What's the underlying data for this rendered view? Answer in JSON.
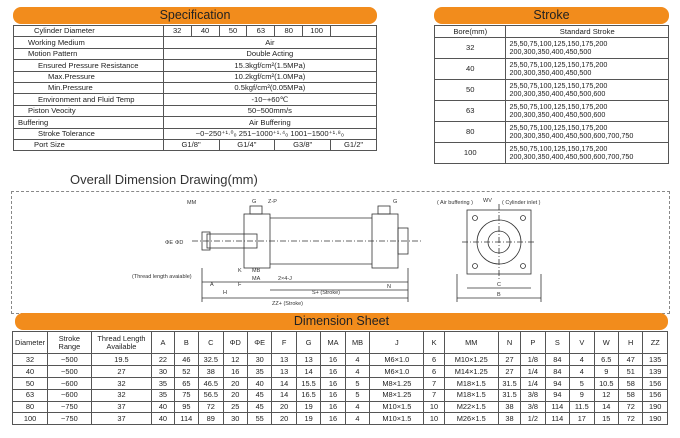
{
  "spec": {
    "title": "Specification",
    "diameter_label": "Cylinder Diameter",
    "diameters": [
      "32",
      "40",
      "50",
      "63",
      "80",
      "100"
    ],
    "rows": [
      {
        "label": "Working Medium",
        "indent": 1,
        "value": "Air"
      },
      {
        "label": "Motion Pattern",
        "indent": 1,
        "value": "Double Acting"
      },
      {
        "label": "Ensured Pressure Resistance",
        "indent": 2,
        "value": "15.3kgf/cm²(1.5MPa)"
      },
      {
        "label": "Max.Pressure",
        "indent": 3,
        "value": "10.2kgf/cm²(1.0MPa)"
      },
      {
        "label": "Min.Pressure",
        "indent": 3,
        "value": "0.5kgf/cm²(0.05MPa)"
      },
      {
        "label": "Environment and Fluid Temp",
        "indent": 2,
        "value": "-10~+60℃"
      },
      {
        "label": "Piston Veocity",
        "indent": 1,
        "value": "50~500mm/s"
      },
      {
        "label": "Buffering",
        "indent": 0,
        "value": "Air Buffering"
      },
      {
        "label": "Stroke Tolerance",
        "indent": 2,
        "value": "~0~250⁺¹·⁰₀  251~1000⁺¹·⁴₀  1001~1500⁺¹·⁸₀"
      }
    ],
    "port_label": "Port Size",
    "ports": [
      "G1/8\"",
      "G1/4\"",
      "G3/8\"",
      "G1/2\""
    ]
  },
  "stroke": {
    "title": "Stroke",
    "col_bore": "Bore(mm)",
    "col_std": "Standard Stroke",
    "rows": [
      {
        "bore": "32",
        "strokes": "25,50,75,100,125,150,175,200 200,300,350,400,450,500"
      },
      {
        "bore": "40",
        "strokes": "25,50,75,100,125,150,175,200 200,300,350,400,450,500"
      },
      {
        "bore": "50",
        "strokes": "25,50,75,100,125,150,175,200 200,300,350,400,450,500,600"
      },
      {
        "bore": "63",
        "strokes": "25,50,75,100,125,150,175,200 200,300,350,400,450,500,600"
      },
      {
        "bore": "80",
        "strokes": "25,50,75,100,125,150,175,200 200,300,350,400,450,500,600,700,750"
      },
      {
        "bore": "100",
        "strokes": "25,50,75,100,125,150,175,200 200,300,350,400,450,500,600,700,750"
      }
    ]
  },
  "drawing": {
    "title": "Overall Dimension Drawing(mm)",
    "labels": {
      "mm": "MM",
      "g": "G",
      "zp": "Z-P",
      "g2": "G",
      "phi_e": "ΦE",
      "phi_d": "ΦD",
      "thread": "(Thread length avaiable)",
      "mb": "MB",
      "ma": "MA",
      "k": "K",
      "j": "2×4-J",
      "f": "F",
      "a": "A",
      "h": "H",
      "n": "N",
      "s_stroke": "S+    (Stroke)",
      "zz_stroke": "ZZ+       (Stroke)",
      "air": "( Air buffering )",
      "wv": "WV",
      "inlet": "( Cylinder inlet )",
      "c": "C",
      "b": "B"
    }
  },
  "dim": {
    "title": "Dimension Sheet",
    "headers": [
      "Diameter",
      "Stroke Range",
      "Thread Length Available",
      "A",
      "B",
      "C",
      "ΦD",
      "ΦE",
      "F",
      "G",
      "MA",
      "MB",
      "J",
      "K",
      "MM",
      "N",
      "P",
      "S",
      "V",
      "W",
      "H",
      "ZZ"
    ],
    "rows": [
      [
        "32",
        "~500",
        "19.5",
        "22",
        "46",
        "32.5",
        "12",
        "30",
        "13",
        "13",
        "16",
        "4",
        "M6×1.0",
        "6",
        "M10×1.25",
        "27",
        "1/8",
        "84",
        "4",
        "6.5",
        "47",
        "135"
      ],
      [
        "40",
        "~500",
        "27",
        "30",
        "52",
        "38",
        "16",
        "35",
        "13",
        "14",
        "16",
        "4",
        "M6×1.0",
        "6",
        "M14×1.25",
        "27",
        "1/4",
        "84",
        "4",
        "9",
        "51",
        "139"
      ],
      [
        "50",
        "~600",
        "32",
        "35",
        "65",
        "46.5",
        "20",
        "40",
        "14",
        "15.5",
        "16",
        "5",
        "M8×1.25",
        "7",
        "M18×1.5",
        "31.5",
        "1/4",
        "94",
        "5",
        "10.5",
        "58",
        "156"
      ],
      [
        "63",
        "~600",
        "32",
        "35",
        "75",
        "56.5",
        "20",
        "45",
        "14",
        "16.5",
        "16",
        "5",
        "M8×1.25",
        "7",
        "M18×1.5",
        "31.5",
        "3/8",
        "94",
        "9",
        "12",
        "58",
        "156"
      ],
      [
        "80",
        "~750",
        "37",
        "40",
        "95",
        "72",
        "25",
        "45",
        "20",
        "19",
        "16",
        "4",
        "M10×1.5",
        "10",
        "M22×1.5",
        "38",
        "3/8",
        "114",
        "11.5",
        "14",
        "72",
        "190"
      ],
      [
        "100",
        "~750",
        "37",
        "40",
        "114",
        "89",
        "30",
        "55",
        "20",
        "19",
        "16",
        "4",
        "M10×1.5",
        "10",
        "M26×1.5",
        "38",
        "1/2",
        "114",
        "17",
        "15",
        "72",
        "190"
      ]
    ]
  }
}
